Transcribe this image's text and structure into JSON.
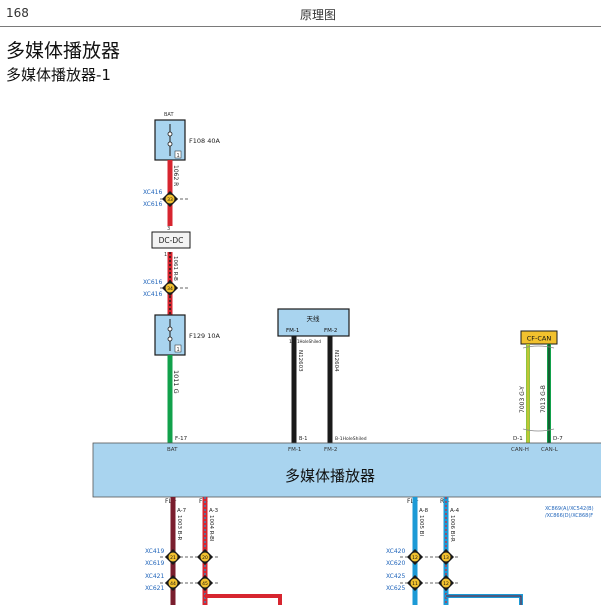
{
  "header": {
    "page_number": "168",
    "section": "原理图"
  },
  "titles": {
    "main": "多媒体播放器",
    "sub": "多媒体播放器-1"
  },
  "power": {
    "bat_label": "BAT",
    "fuse1_label": "F108 40A",
    "fuse2_label": "F129 10A",
    "fuse_pin": "1",
    "wire1": "1062 R",
    "wire2": "1061 R-B",
    "wire3": "1011 G",
    "dcdc_label": "DC-DC",
    "dcdc_pin_top": "3",
    "dcdc_pin_bottom": "1",
    "conn_a_top": "XC416",
    "conn_a_bottom": "XC616",
    "conn_a_pin": "33",
    "conn_b_top": "XC616",
    "conn_b_bottom": "XC416",
    "conn_b_pin": "34",
    "pin_f17": "F-17",
    "bat_port": "BAT"
  },
  "antenna": {
    "label": "天线",
    "pin1": "FM-1",
    "pin2": "FM-2",
    "shield_num": "1",
    "shield_text": "1HoleShiled",
    "wire1": "N12603",
    "wire2": "N12604",
    "pin_b1": "B-1",
    "pin_b2": "B-1HoleShiled",
    "port1": "FM-1",
    "port2": "FM-2"
  },
  "can": {
    "label": "CF-CAN",
    "wire1": "7003 G-Y",
    "wire2": "7013 G-B",
    "pin1": "D-1",
    "pin2": "D-7",
    "port1": "CAN-H",
    "port2": "CAN-L"
  },
  "module": {
    "name": "多媒体播放器",
    "conn_note1": "XC869(A)/XC542(B)",
    "conn_note2": "/XC866(D)/XC868(F"
  },
  "front": {
    "label_pos": "FL+",
    "label_neg": "FL-",
    "pin_pos": "A-7",
    "pin_neg": "A-3",
    "wire_pos": "1003 B-R",
    "wire_neg": "1004 R-Bl",
    "conns": [
      "XC419",
      "XC619",
      "XC421",
      "XC621"
    ],
    "pins": [
      "21",
      "20",
      "44",
      "45"
    ]
  },
  "rear": {
    "label_pos": "FL+",
    "label_neg": "RL-",
    "pin_pos": "A-8",
    "pin_neg": "A-4",
    "wire_pos": "1005 Bl",
    "wire_neg": "1006 Bl-R",
    "conns": [
      "XC420",
      "XC620",
      "XC425",
      "XC625"
    ],
    "pins": [
      "12",
      "13",
      "11",
      "12"
    ]
  },
  "colors": {
    "module_fill": "#a9d4ef",
    "wire_red": "#d7252f",
    "wire_green": "#12a14b",
    "wire_black": "#1a1a1a",
    "wire_darkred": "#7a1e2e",
    "wire_blue": "#1c9ad6",
    "wire_can": "#8dc63f",
    "can_box": "#f2c12e",
    "label_blue": "#2266bb"
  }
}
